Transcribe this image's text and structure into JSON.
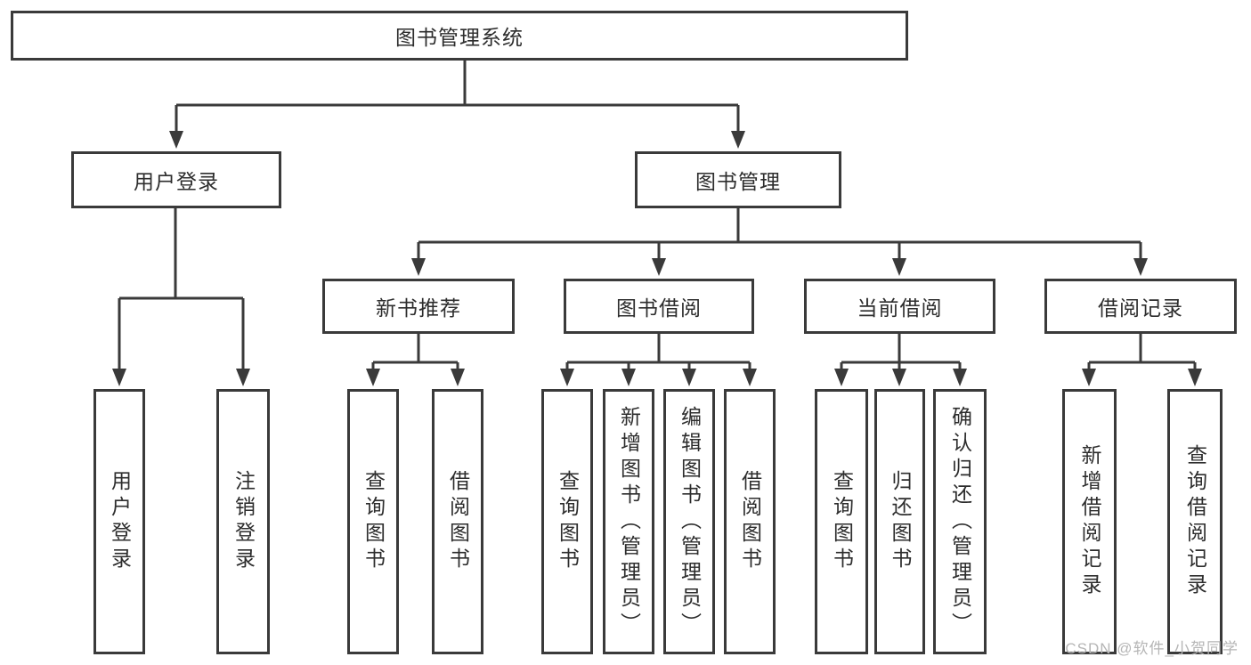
{
  "diagram": {
    "title": "图书管理系统",
    "watermark": "CSDN @软件_小贺同学",
    "colors": {
      "background": "#ffffff",
      "line": "#3a3a3a",
      "box_border": "#3a3a3a",
      "text": "#2d2d2d",
      "watermark": "#b5b5b5"
    },
    "nodes": {
      "root": {
        "label": "图书管理系统"
      },
      "user_login": {
        "label": "用户登录"
      },
      "book_mgmt": {
        "label": "图书管理"
      },
      "new_book_rec": {
        "label": "新书推荐"
      },
      "book_borrow": {
        "label": "图书借阅"
      },
      "current_borrow": {
        "label": "当前借阅"
      },
      "borrow_record": {
        "label": "借阅记录"
      },
      "ul_login": {
        "label": "用户登录"
      },
      "ul_logout": {
        "label": "注销登录"
      },
      "nb_query": {
        "label": "查询图书"
      },
      "nb_borrow": {
        "label": "借阅图书"
      },
      "bb_query": {
        "label": "查询图书"
      },
      "bb_add": {
        "label": "新增图书（管理员）"
      },
      "bb_edit": {
        "label": "编辑图书（管理员）"
      },
      "bb_borrow": {
        "label": "借阅图书"
      },
      "cb_query": {
        "label": "查询图书"
      },
      "cb_return": {
        "label": "归还图书"
      },
      "cb_confirm": {
        "label": "确认归还（管理员）"
      },
      "br_add": {
        "label": "新增借阅记录"
      },
      "br_query": {
        "label": "查询借阅记录"
      }
    },
    "hierarchy": {
      "root": [
        "user_login",
        "book_mgmt"
      ],
      "user_login": [
        "ul_login",
        "ul_logout"
      ],
      "book_mgmt": [
        "new_book_rec",
        "book_borrow",
        "current_borrow",
        "borrow_record"
      ],
      "new_book_rec": [
        "nb_query",
        "nb_borrow"
      ],
      "book_borrow": [
        "bb_query",
        "bb_add",
        "bb_edit",
        "bb_borrow"
      ],
      "current_borrow": [
        "cb_query",
        "cb_return",
        "cb_confirm"
      ],
      "borrow_record": [
        "br_add",
        "br_query"
      ]
    }
  }
}
